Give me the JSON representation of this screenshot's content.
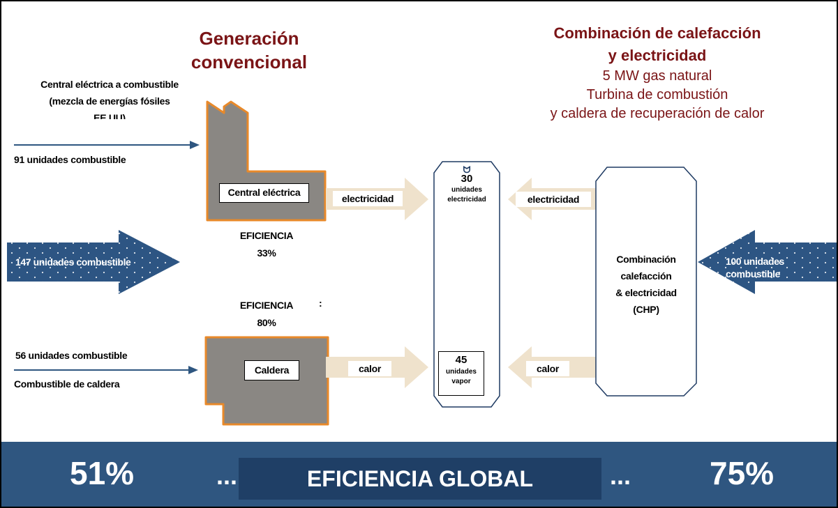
{
  "conventional": {
    "title_line1": "Generación",
    "title_line2": "convencional",
    "power_plant": {
      "source_line1": "Central eléctrica a combustible",
      "source_line2": "(mezcla de energías fósiles",
      "source_line3": "EE.UU)",
      "fuel_units": "91 unidades  combustible",
      "label": "Central eléctrica",
      "output": "electricidad",
      "efficiency_label": "EFICIENCIA",
      "efficiency_value": "33%"
    },
    "total_fuel": "147 unidades  combustible",
    "boiler": {
      "efficiency_label": "EFICIENCIA",
      "efficiency_value": "80%",
      "stray_mark": ":",
      "fuel_units": "56 unidades  combustible",
      "fuel_type": "Combustible de caldera",
      "label": "Caldera",
      "output": "calor"
    }
  },
  "demand": {
    "top_mark": "ᗢ",
    "electricity_value": "30",
    "electricity_line1": "unidades",
    "electricity_line2": "electricidad",
    "steam_value": "45",
    "steam_line1": "unidades",
    "steam_line2": "vapor"
  },
  "chp": {
    "title_line1": "Combinación de calefacción",
    "title_line2": "y electricidad",
    "sub_line1": "5 MW gas natural",
    "sub_line2": "Turbina de combustión",
    "sub_line3": "y caldera de recuperación de calor",
    "box_line1": "Combinación",
    "box_line2": "calefacción",
    "box_line3": "& electricidad",
    "box_line4": "(CHP)",
    "output_electricity": "electricidad",
    "output_heat": "calor",
    "fuel_line1": "100 unidades",
    "fuel_line2": "combustible"
  },
  "footer": {
    "left_pct": "51%",
    "left_dots": "...",
    "global_label": "EFICIENCIA GLOBAL",
    "right_dots": "...",
    "right_pct": "75%"
  },
  "colors": {
    "title": "#7a1416",
    "bar": "#2f5680",
    "bar_dark": "#1f3f66",
    "plant_fill": "#8a8783",
    "plant_border": "#e8892a",
    "flow_arrow": "#efe2cc",
    "thin_arrow": "#2e5680"
  }
}
